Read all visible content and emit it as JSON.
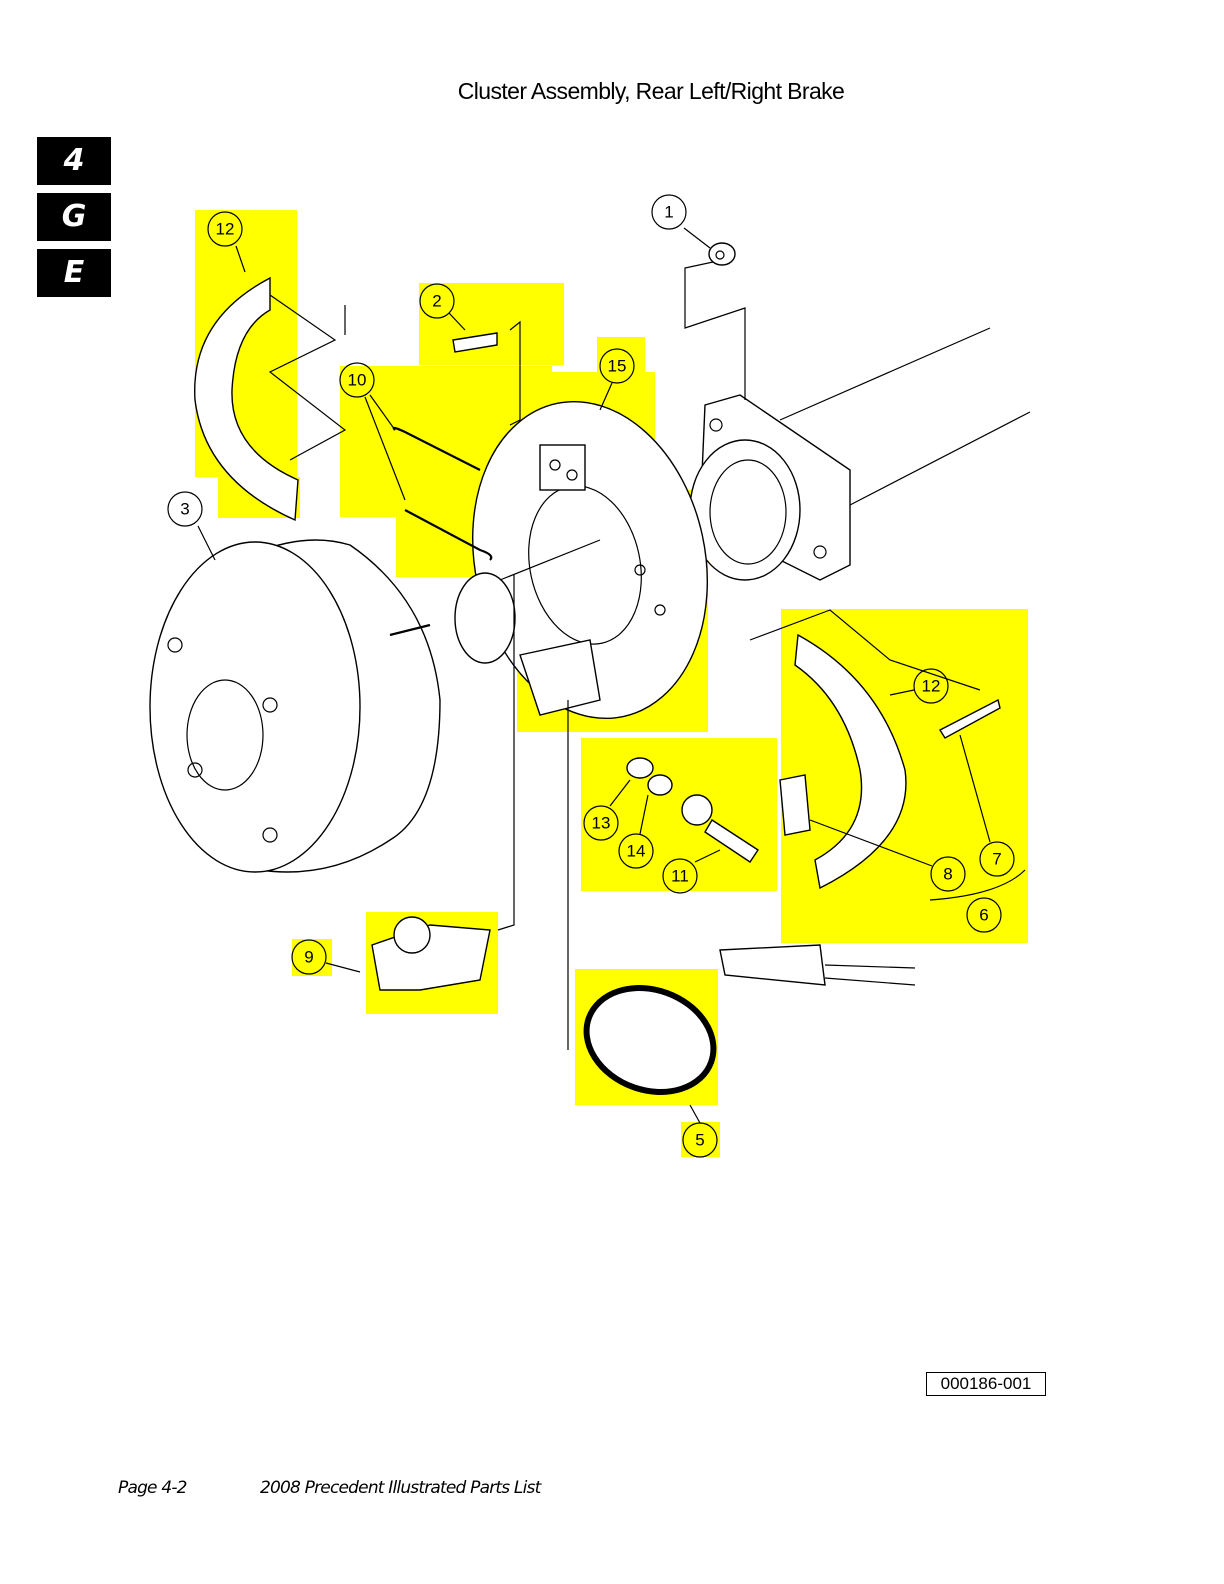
{
  "title": "Cluster Assembly, Rear Left/Right Brake",
  "section_tabs": [
    "4",
    "G",
    "E"
  ],
  "highlight_color": "#ffff00",
  "callouts": [
    "1",
    "2",
    "3",
    "5",
    "6",
    "7",
    "8",
    "9",
    "10",
    "11",
    "12",
    "12",
    "13",
    "14",
    "15"
  ],
  "figure_id": "000186-001",
  "footer": {
    "page": "Page 4-2",
    "doc_title": "2008 Precedent  Illustrated Parts List"
  }
}
